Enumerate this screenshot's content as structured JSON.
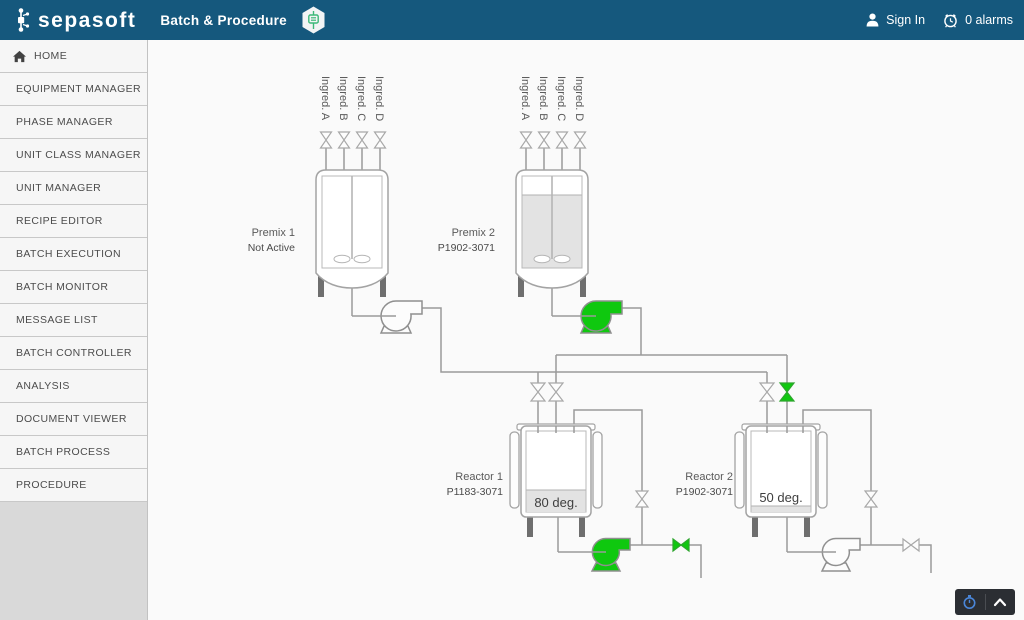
{
  "header": {
    "logo_text": "sepasoft",
    "app_title": "Batch & Procedure",
    "sign_in_label": "Sign In",
    "alarms_label": "0 alarms",
    "colors": {
      "header_bg": "#15587d",
      "badge_green": "#3cb878"
    }
  },
  "sidebar": {
    "items": [
      {
        "label": "HOME"
      },
      {
        "label": "EQUIPMENT MANAGER"
      },
      {
        "label": "PHASE MANAGER"
      },
      {
        "label": "UNIT CLASS MANAGER"
      },
      {
        "label": "UNIT MANAGER"
      },
      {
        "label": "RECIPE EDITOR"
      },
      {
        "label": "BATCH EXECUTION"
      },
      {
        "label": "BATCH MONITOR"
      },
      {
        "label": "MESSAGE LIST"
      },
      {
        "label": "BATCH CONTROLLER"
      },
      {
        "label": "ANALYSIS"
      },
      {
        "label": "DOCUMENT VIEWER"
      },
      {
        "label": "BATCH PROCESS"
      },
      {
        "label": "PROCEDURE"
      }
    ]
  },
  "diagram": {
    "colors": {
      "active_green": "#0fc80f",
      "pipe_gray": "#9a9a9a",
      "timer_blue": "#4a86d8"
    },
    "tanks": {
      "premix1": {
        "name": "Premix 1",
        "status": "Not Active",
        "ingredients": [
          "Ingred. A",
          "Ingred. B",
          "Ingred. C",
          "Ingred. D"
        ]
      },
      "premix2": {
        "name": "Premix 2",
        "batch_id": "P1902-3071",
        "ingredients": [
          "Ingred. A",
          "Ingred. B",
          "Ingred. C",
          "Ingred. D"
        ]
      },
      "reactor1": {
        "name": "Reactor 1",
        "batch_id": "P1183-3071",
        "temperature": "80 deg."
      },
      "reactor2": {
        "name": "Reactor 2",
        "batch_id": "P1902-3071",
        "temperature": "50 deg."
      }
    }
  }
}
